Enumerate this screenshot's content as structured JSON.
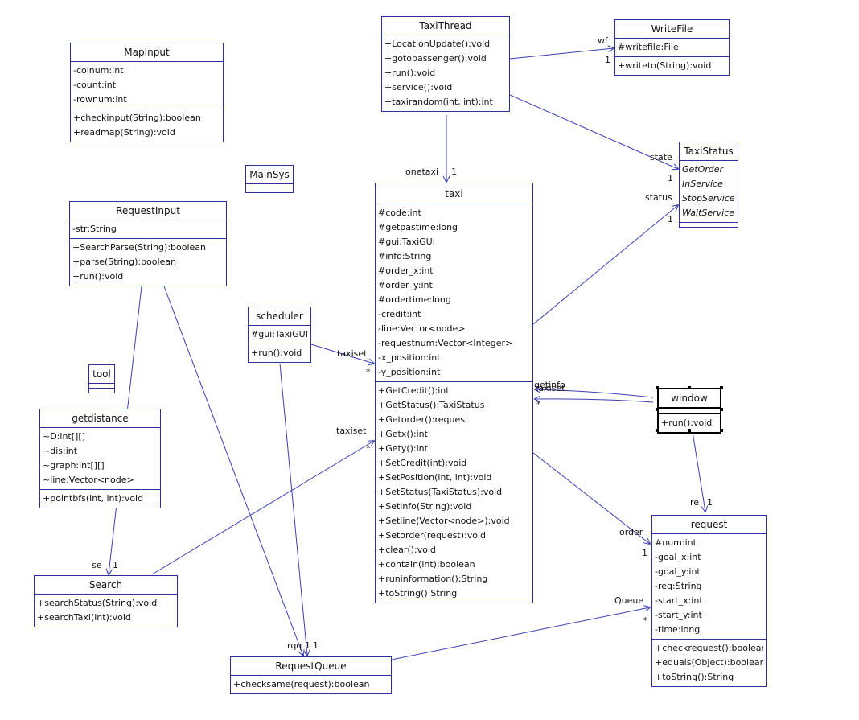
{
  "colors": {
    "border": "#2a2fa0",
    "edge": "#3a3fb0",
    "text": "#111111"
  },
  "classes": {
    "mapinput": {
      "title": "MapInput",
      "attributes": [
        "-colnum:int",
        "-count:int",
        "-rownum:int"
      ],
      "methods": [
        "+checkinput(String):boolean",
        "+readmap(String):void"
      ]
    },
    "mainsys": {
      "title": "MainSys"
    },
    "requestinput": {
      "title": "RequestInput",
      "attributes": [
        "-str:String"
      ],
      "methods": [
        "+SearchParse(String):boolean",
        "+parse(String):boolean",
        "+run():void"
      ]
    },
    "scheduler": {
      "title": "scheduler",
      "attributes": [
        "#gui:TaxiGUI"
      ],
      "methods": [
        "+run():void"
      ]
    },
    "tool": {
      "title": "tool"
    },
    "getdistance": {
      "title": "getdistance",
      "attributes": [
        "~D:int[][]",
        "~dis:int",
        "~graph:int[][]",
        "~line:Vector<node>"
      ],
      "methods": [
        "+pointbfs(int, int):void"
      ]
    },
    "search": {
      "title": "Search",
      "methods": [
        "+searchStatus(String):void",
        "+searchTaxi(int):void"
      ]
    },
    "taxithread": {
      "title": "TaxiThread",
      "methods": [
        "+LocationUpdate():void",
        "+gotopassenger():void",
        "+run():void",
        "+service():void",
        "+taxirandom(int, int):int"
      ]
    },
    "writefile": {
      "title": "WriteFile",
      "attributes": [
        "#writefile:File"
      ],
      "methods": [
        "+writeto(String):void"
      ]
    },
    "taxistatus": {
      "title": "TaxiStatus",
      "literals": [
        "GetOrder",
        "InService",
        "StopService",
        "WaitService"
      ]
    },
    "taxi": {
      "title": "taxi",
      "attributes": [
        "#code:int",
        "#getpastime:long",
        "#gui:TaxiGUI",
        "#info:String",
        "#order_x:int",
        "#order_y:int",
        "#ordertime:long",
        "-credit:int",
        "-line:Vector<node>",
        "-requestnum:Vector<Integer>",
        "-x_position:int",
        "-y_position:int"
      ],
      "methods": [
        "+GetCredit():int",
        "+GetStatus():TaxiStatus",
        "+Getorder():request",
        "+Getx():int",
        "+Gety():int",
        "+SetCredit(int):void",
        "+SetPosition(int, int):void",
        "+SetStatus(TaxiStatus):void",
        "+Setinfo(String):void",
        "+Setline(Vector<node>):void",
        "+Setorder(request):void",
        "+clear():void",
        "+contain(int):boolean",
        "+runinformation():String",
        "+toString():String"
      ]
    },
    "window": {
      "title": "window",
      "methods": [
        "+run():void"
      ]
    },
    "request": {
      "title": "request",
      "attributes": [
        "#num:int",
        "-goal_x:int",
        "-goal_y:int",
        "-req:String",
        "-start_x:int",
        "-start_y:int",
        "-time:long"
      ],
      "methods": [
        "+checkrequest():boolean",
        "+equals(Object):boolean",
        "+toString():String"
      ]
    },
    "requestqueue": {
      "title": "RequestQueue",
      "methods": [
        "+checksame(request):boolean"
      ]
    }
  },
  "edge_labels": {
    "wf": "wf",
    "wf_mult": "1",
    "state": "state",
    "state_mult": "1",
    "status": "status",
    "status_mult": "1",
    "onetaxi": "onetaxi",
    "onetaxi_mult": "1",
    "taxiset1": "taxiset",
    "taxiset1_mult": "*",
    "taxiset2": "taxiset",
    "taxiset2_mult": "*",
    "window_overlap": "getinfo",
    "window_overlap2": "taxiset",
    "window_mult": "*",
    "re": "re",
    "re_mult": "1",
    "order": "order",
    "order_mult": "1",
    "queue": "Queue",
    "queue_mult": "*",
    "se": "se",
    "se_mult": "1",
    "rqq": "rqq",
    "rqq_mult1": "1",
    "rqq_mult2": "1"
  }
}
